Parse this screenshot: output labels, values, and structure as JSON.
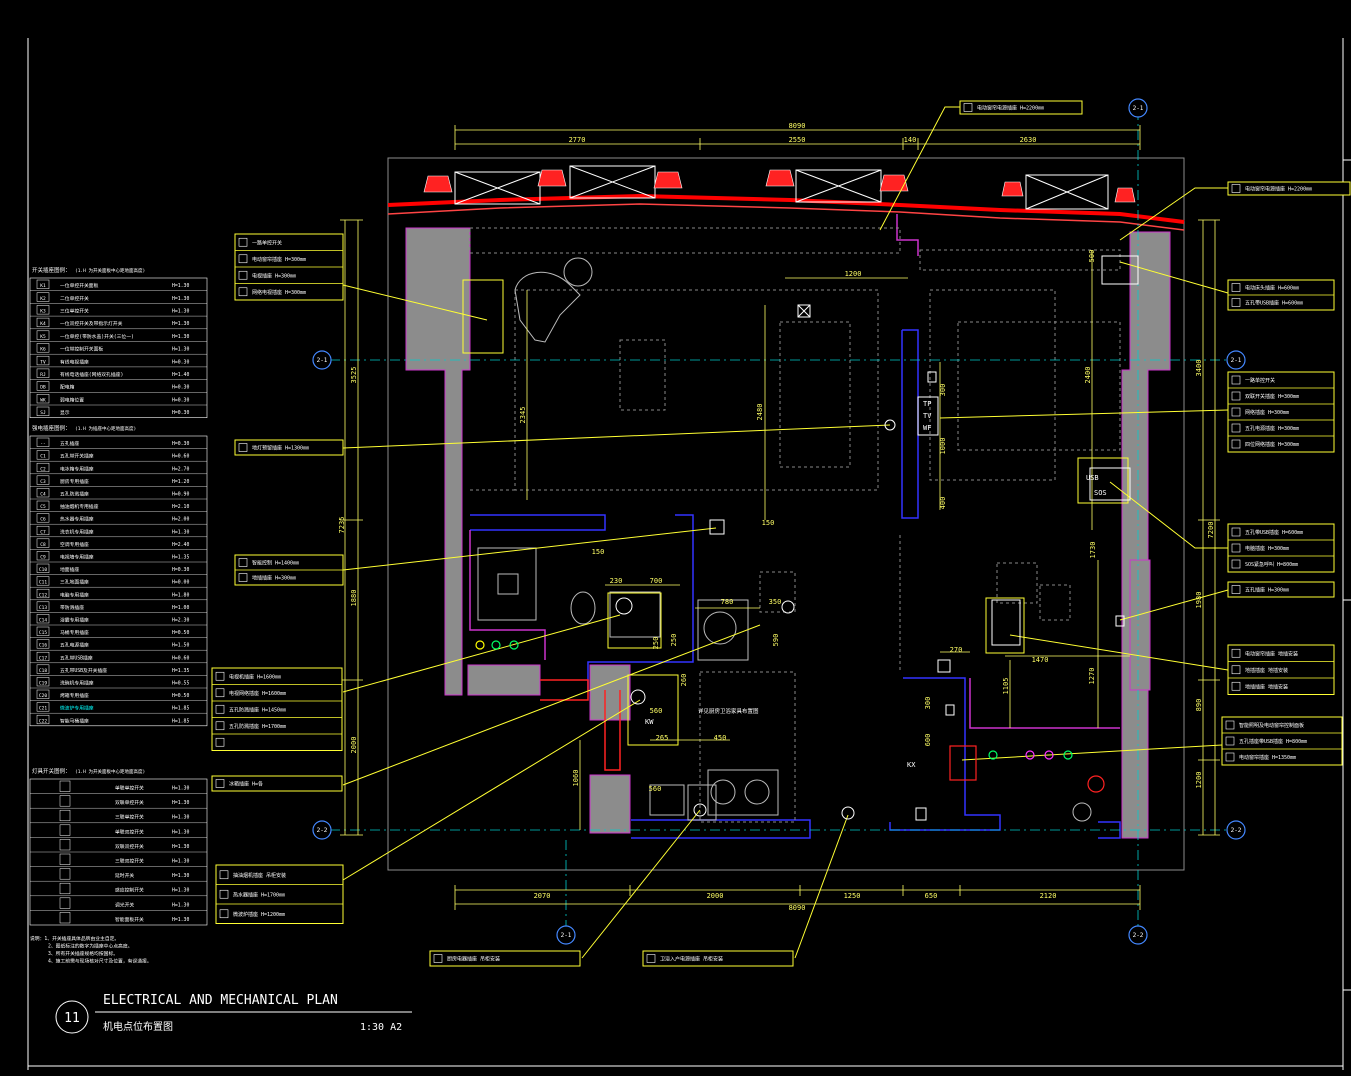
{
  "plan": {
    "number": "11",
    "title_en": "ELECTRICAL AND MECHANICAL PLAN",
    "title_cn": "机电点位布置图",
    "scale": "1:30  A2"
  },
  "dimensions": {
    "top_total": "8090",
    "top_segments": [
      "2770",
      "2550",
      "140",
      "2630"
    ],
    "bottom_total": "8090",
    "bottom_segments": [
      "2070",
      "2000",
      "1250",
      "650",
      "2120"
    ],
    "left": [
      "3525",
      "7235",
      "1880",
      "2000"
    ],
    "right": [
      "3400",
      "7200",
      "1980",
      "890",
      "1200"
    ],
    "inner": [
      "1200",
      "2345",
      "2400",
      "2480",
      "300",
      "1000",
      "400",
      "1730",
      "1470",
      "1105",
      "1270",
      "270",
      "300",
      "600",
      "230",
      "700",
      "780",
      "350",
      "590",
      "250",
      "265",
      "450",
      "1060",
      "560",
      "560",
      "150",
      "150",
      "260",
      "250",
      "500"
    ]
  },
  "axis_bubbles": {
    "left": [
      "2-1",
      "2-2"
    ],
    "right": [
      "2-1",
      "2-2"
    ],
    "top": [
      "2-1"
    ],
    "bottom": [
      "2-1",
      "2-2"
    ]
  },
  "legend_switch": {
    "heading": "开关插座图例：",
    "note": "(1.H 为开关面板中心距地面高度)",
    "rows": [
      {
        "sym": "K1",
        "text": "一位单控开关面板",
        "h": "H=1.30"
      },
      {
        "sym": "K2",
        "text": "二位单控开关",
        "h": "H=1.30"
      },
      {
        "sym": "K3",
        "text": "三位单控开关",
        "h": "H=1.30"
      },
      {
        "sym": "K4",
        "text": "一位双控开关及带指示灯开关",
        "h": "H=1.30"
      },
      {
        "sym": "K5",
        "text": "一位单控(带防水盖)开关(三位一)",
        "h": "H=1.30"
      },
      {
        "sym": "K6",
        "text": "一位带控制开关面板",
        "h": "H=1.30"
      },
      {
        "sym": "TV",
        "text": "有线电视插座",
        "h": "H=0.30"
      },
      {
        "sym": "RJ",
        "text": "有线电话插座(网络双孔插座)",
        "h": "H=1.40"
      },
      {
        "sym": "DB",
        "text": "配电箱",
        "h": "H=0.30"
      },
      {
        "sym": "WK",
        "text": "弱电箱位置",
        "h": "H=0.30"
      },
      {
        "sym": "SJ",
        "text": "显示",
        "h": "H=0.30"
      }
    ]
  },
  "legend_socket": {
    "heading": "强电插座图例：",
    "note": "(1.H 为插座中心距地面高度)",
    "rows": [
      {
        "sym": "--",
        "text": "五孔插座",
        "h": "H=0.30"
      },
      {
        "sym": "C1",
        "text": "五孔带开关插座",
        "h": "H=0.60"
      },
      {
        "sym": "C2",
        "text": "电冰箱专用插座",
        "h": "H=2.70"
      },
      {
        "sym": "C3",
        "text": "厨房专用插座",
        "h": "H=1.20"
      },
      {
        "sym": "C4",
        "text": "五孔防溅插座",
        "h": "H=0.90"
      },
      {
        "sym": "C5",
        "text": "抽油烟机专用插座",
        "h": "H=2.10"
      },
      {
        "sym": "C6",
        "text": "热水器专用插座",
        "h": "H=2.00"
      },
      {
        "sym": "C7",
        "text": "洗衣机专用插座",
        "h": "H=1.30"
      },
      {
        "sym": "C8",
        "text": "空调专用插座",
        "h": "H=2.40"
      },
      {
        "sym": "C9",
        "text": "电视墙专用插座",
        "h": "H=1.35"
      },
      {
        "sym": "C10",
        "text": "地面插座",
        "h": "H=0.30"
      },
      {
        "sym": "C11",
        "text": "三孔地面插座",
        "h": "H=0.00"
      },
      {
        "sym": "C12",
        "text": "电脑专用插座",
        "h": "H=1.80"
      },
      {
        "sym": "C13",
        "text": "带防溅插座",
        "h": "H=1.00"
      },
      {
        "sym": "C14",
        "text": "浴霸专用插座",
        "h": "H=2.30"
      },
      {
        "sym": "C15",
        "text": "马桶专用插座",
        "h": "H=0.50"
      },
      {
        "sym": "C16",
        "text": "五孔电源插座",
        "h": "H=1.50"
      },
      {
        "sym": "C17",
        "text": "五孔带USB插座",
        "h": "H=0.60"
      },
      {
        "sym": "C18",
        "text": "五孔带USB及开关插座",
        "h": "H=1.35"
      },
      {
        "sym": "C19",
        "text": "洗碗机专用插座",
        "h": "H=0.55"
      },
      {
        "sym": "C20",
        "text": "烤箱专用插座",
        "h": "H=0.50"
      },
      {
        "sym": "C21",
        "text": "微波炉专用插座",
        "h": "H=1.85"
      },
      {
        "sym": "C22",
        "text": "智能马桶插座",
        "h": "H=1.85"
      }
    ]
  },
  "legend_light": {
    "heading": "灯具开关图例：",
    "note": "(1.H 为开关面板中心距地面高度)",
    "rows": [
      {
        "text": "单联单控开关",
        "h": "H=1.30"
      },
      {
        "text": "双联单控开关",
        "h": "H=1.30"
      },
      {
        "text": "三联单控开关",
        "h": "H=1.30"
      },
      {
        "text": "单联双控开关",
        "h": "H=1.30"
      },
      {
        "text": "双联双控开关",
        "h": "H=1.30"
      },
      {
        "text": "三联双控开关",
        "h": "H=1.30"
      },
      {
        "text": "延时开关",
        "h": "H=1.30"
      },
      {
        "text": "感应控制开关",
        "h": "H=1.30"
      },
      {
        "text": "调光开关",
        "h": "H=1.30"
      },
      {
        "text": "智能面板开关",
        "h": "H=1.30"
      }
    ]
  },
  "notes": [
    "说明：1、开关插座具体品牌由业主自定。",
    "2、图纸标注的数字为插座中心点高度。",
    "3、所有开关插座规格均按国标。",
    "4、施工前需与现场核对尺寸及位置，有误通报。"
  ],
  "callouts": {
    "top_a": "电动窗帘电源插座 H=2200mm",
    "top_b": "电动窗帘电源插座 H=2200mm",
    "left_group": [
      "一路单控开关",
      "电动窗帘插座 H=300mm",
      "电视插座 H=300mm",
      "网络电视插座 H=300mm"
    ],
    "left_mid": "地灯预留插座 H=1300mm",
    "left_pair": [
      "智能控制 H=1400mm",
      "地插插座 H=300mm"
    ],
    "left_low": [
      "电视机插座 H=1600mm",
      "电视网络插座 H=1600mm",
      "五孔防溅插座 H=1450mm",
      "五孔防溅插座 H=1700mm",
      ""
    ],
    "left_bottom": "冰箱插座 H=各",
    "left_foot": [
      "抽油烟机插座 吊柜安装",
      "热水器插座 H=1700mm",
      "微波炉插座 H=1200mm"
    ],
    "bottom_a": "厨房电器插座 吊柜安装",
    "bottom_b": "卫浴入户电源插座 吊柜安装",
    "right_a": [
      "电动床头插座 H=600mm",
      "五孔带USB插座 H=600mm"
    ],
    "right_b": [
      "一路单控开关",
      "双联开关插座 H=300mm",
      "网络插座 H=300mm",
      "五孔电源插座 H=300mm",
      "四位网络插座 H=300mm"
    ],
    "right_c": [
      "五孔带USB插座 H=600mm",
      "电脑插座 H=300mm",
      "SOS紧急呼叫 H=800mm"
    ],
    "right_d": "五孔插座 H=300mm",
    "right_e": [
      "电动窗帘插座 地插安装",
      "地插插座 地插安装",
      "地插插座 地插安装"
    ],
    "right_f": [
      "智能照明及电动窗帘控制面板",
      "五孔插座带USB插座 H=800mm",
      "电动窗帘插座 H=1350mm"
    ]
  },
  "panels": {
    "tv_stack": [
      "TP",
      "TV",
      "WF"
    ],
    "bed_left": "USB",
    "bed_right": "SOS",
    "kitchen": "KW",
    "kk": "KX",
    "text_note": "详见厨房卫浴家具布置图"
  },
  "colors": {
    "background": "#000000",
    "wall": "#8c8c8c",
    "facade": "#ff0000",
    "leader": "#ffff00",
    "grid_axis": "#00ffff",
    "dimension": "#ffff66",
    "wall_edge": "#3333ff"
  }
}
